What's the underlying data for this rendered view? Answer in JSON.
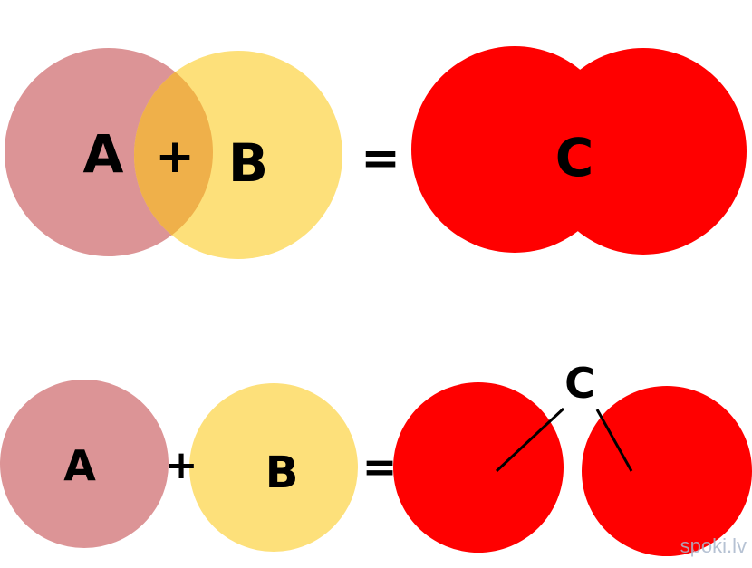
{
  "colors": {
    "circle_a": "#dc9496",
    "circle_b": "#fde07a",
    "overlap": "#efb04a",
    "circle_c": "#ff0000",
    "text": "#000000",
    "watermark": "#aab8cc"
  },
  "top_row": {
    "label_a": "A",
    "operator_plus": "+",
    "label_b": "B",
    "operator_equals": "=",
    "label_c": "C"
  },
  "bottom_row": {
    "label_a": "A",
    "operator_plus": "+",
    "label_b": "B",
    "operator_equals": "=",
    "label_c": "C"
  },
  "watermark": {
    "text": "spoki.lv"
  }
}
